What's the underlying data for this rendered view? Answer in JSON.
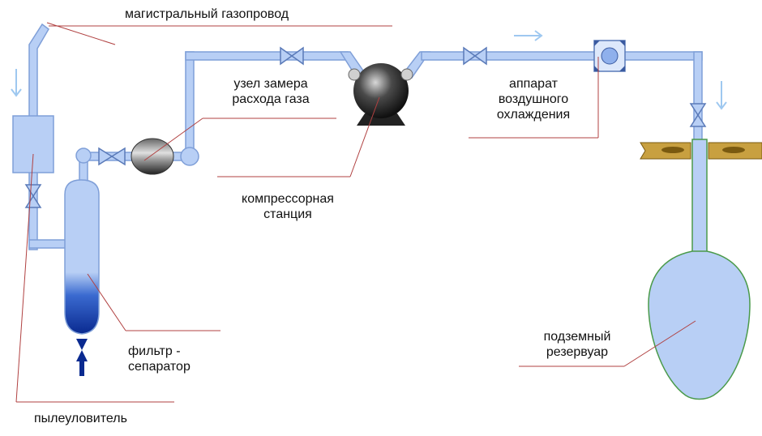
{
  "labels": {
    "main_pipeline": "магистральный газопровод",
    "gas_meter": [
      "узел замера",
      "расхода газа"
    ],
    "compressor": [
      "компрессорная",
      "станция"
    ],
    "cooler": [
      "аппарат",
      "воздушного",
      "охлаждения"
    ],
    "filter": [
      "фильтр -",
      "сепаратор"
    ],
    "dust": "пылеуловитель",
    "reservoir": [
      "подземный",
      "резервуар"
    ]
  },
  "colors": {
    "pipe": "#b8cff5",
    "pipe_stroke": "#7f9fd8",
    "background": "#ffffff",
    "leader_line": "#b04040",
    "ground": "#c8a040",
    "flow_arrow": "#9ec8f0"
  }
}
